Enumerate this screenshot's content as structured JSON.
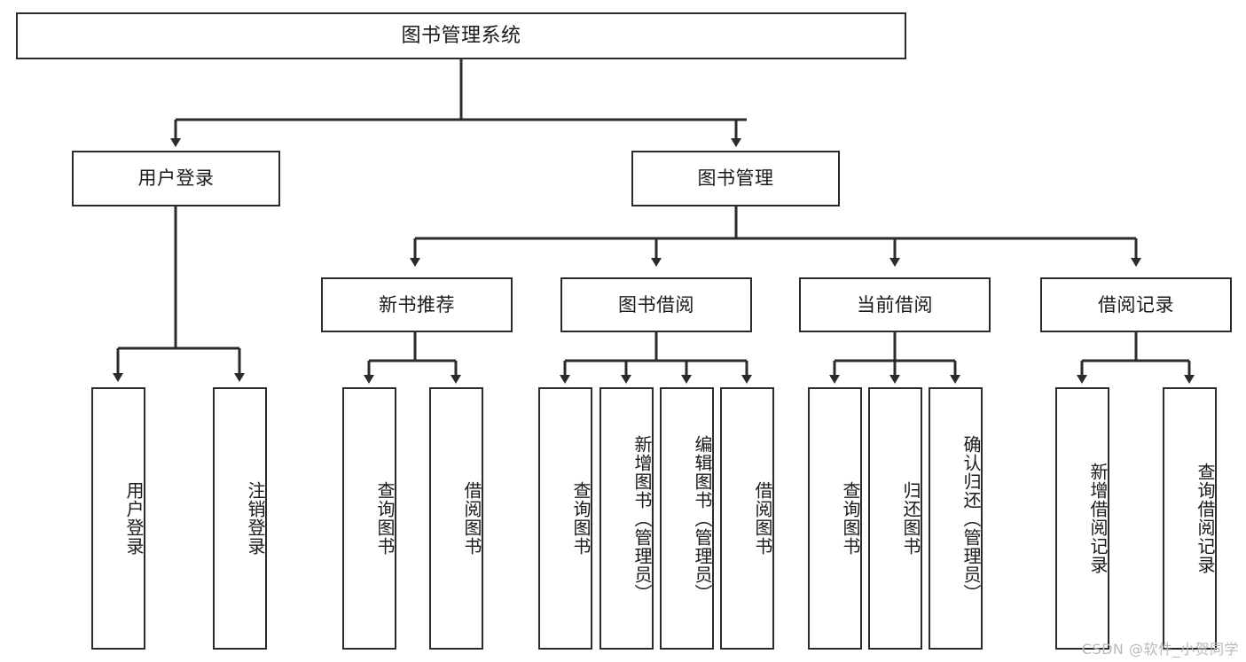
{
  "diagram": {
    "title": "图书管理系统",
    "watermark": "CSDN @软件_小贺同学",
    "colors": {
      "stroke": "#2b2b2b",
      "fill": "#ffffff",
      "text": "#1a1a1a",
      "watermark": "#b9b9b9",
      "background": "#ffffff"
    },
    "root": {
      "label": "图书管理系统"
    },
    "level2": [
      {
        "label": "用户登录"
      },
      {
        "label": "图书管理"
      }
    ],
    "level3": [
      {
        "label": "新书推荐"
      },
      {
        "label": "图书借阅"
      },
      {
        "label": "当前借阅"
      },
      {
        "label": "借阅记录"
      }
    ],
    "leaves": {
      "user_login": [
        {
          "label": "用户登录"
        },
        {
          "label": "注销登录"
        }
      ],
      "new_book": [
        {
          "label": "查询图书"
        },
        {
          "label": "借阅图书"
        }
      ],
      "borrow": [
        {
          "label": "查询图书"
        },
        {
          "label": "新增图书（管理员）"
        },
        {
          "label": "编辑图书（管理员）"
        },
        {
          "label": "借阅图书"
        }
      ],
      "current": [
        {
          "label": "查询图书"
        },
        {
          "label": "归还图书"
        },
        {
          "label": "确认归还（管理员）"
        }
      ],
      "records": [
        {
          "label": "新增借阅记录"
        },
        {
          "label": "查询借阅记录"
        }
      ]
    }
  }
}
